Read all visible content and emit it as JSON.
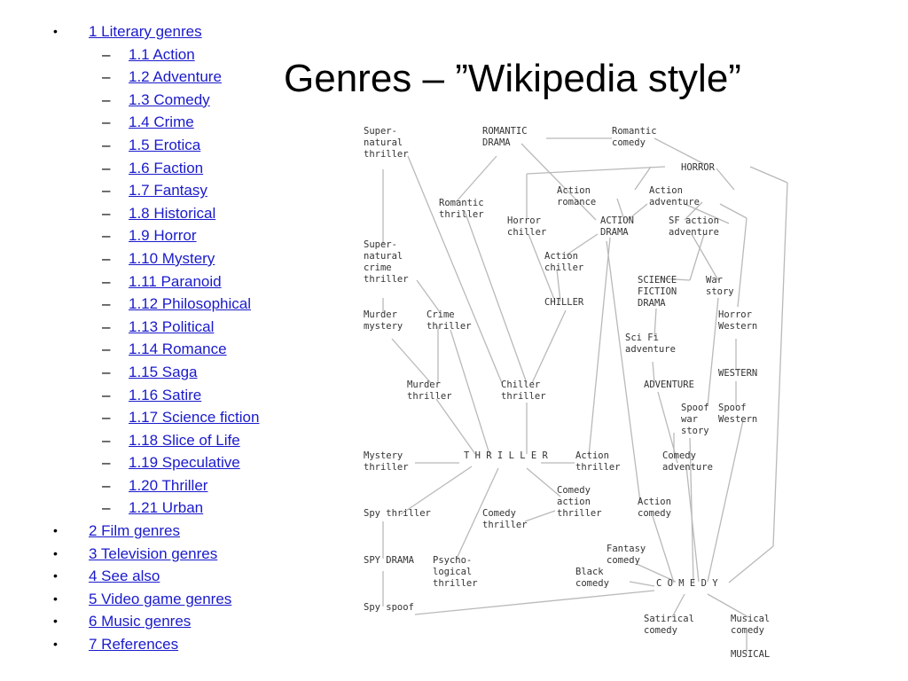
{
  "slide_title": "Genres – ”Wikipedia style”",
  "toc": [
    {
      "level": 1,
      "text": "1 Literary genres"
    },
    {
      "level": 2,
      "text": "1.1 Action"
    },
    {
      "level": 2,
      "text": "1.2 Adventure"
    },
    {
      "level": 2,
      "text": "1.3 Comedy"
    },
    {
      "level": 2,
      "text": "1.4 Crime"
    },
    {
      "level": 2,
      "text": "1.5 Erotica"
    },
    {
      "level": 2,
      "text": "1.6 Faction"
    },
    {
      "level": 2,
      "text": "1.7 Fantasy"
    },
    {
      "level": 2,
      "text": "1.8 Historical"
    },
    {
      "level": 2,
      "text": "1.9 Horror"
    },
    {
      "level": 2,
      "text": "1.10 Mystery"
    },
    {
      "level": 2,
      "text": "1.11 Paranoid"
    },
    {
      "level": 2,
      "text": "1.12 Philosophical"
    },
    {
      "level": 2,
      "text": "1.13 Political"
    },
    {
      "level": 2,
      "text": "1.14 Romance"
    },
    {
      "level": 2,
      "text": "1.15 Saga"
    },
    {
      "level": 2,
      "text": "1.16 Satire"
    },
    {
      "level": 2,
      "text": "1.17 Science fiction"
    },
    {
      "level": 2,
      "text": "1.18 Slice of Life"
    },
    {
      "level": 2,
      "text": "1.19 Speculative"
    },
    {
      "level": 2,
      "text": "1.20 Thriller"
    },
    {
      "level": 2,
      "text": "1.21 Urban"
    },
    {
      "level": 1,
      "text": "2 Film genres"
    },
    {
      "level": 1,
      "text": "3 Television genres"
    },
    {
      "level": 1,
      "text": "4 See also"
    },
    {
      "level": 1,
      "text": "5 Video game genres"
    },
    {
      "level": 1,
      "text": "6 Music genres"
    },
    {
      "level": 1,
      "text": "7 References"
    }
  ],
  "bullets": {
    "level1": "•",
    "level2": "–"
  },
  "link_color": "#1a1acc",
  "diagram": {
    "nodes": [
      {
        "id": "super_thriller",
        "lines": [
          "Super-",
          "natural",
          "thriller"
        ]
      },
      {
        "id": "romantic_drama",
        "lines": [
          "ROMANTIC",
          "DRAMA"
        ]
      },
      {
        "id": "romantic_comedy",
        "lines": [
          "Romantic",
          "comedy"
        ]
      },
      {
        "id": "horror",
        "lines": [
          "HORROR"
        ]
      },
      {
        "id": "action_romance",
        "lines": [
          "Action",
          "romance"
        ]
      },
      {
        "id": "action_adventure",
        "lines": [
          "Action",
          "adventure"
        ]
      },
      {
        "id": "romantic_thriller",
        "lines": [
          "Romantic",
          "thriller"
        ]
      },
      {
        "id": "horror_chiller",
        "lines": [
          "Horror",
          "chiller"
        ]
      },
      {
        "id": "action_drama",
        "lines": [
          "ACTION",
          "DRAMA"
        ]
      },
      {
        "id": "sf_action_adventure",
        "lines": [
          "SF action",
          "adventure"
        ]
      },
      {
        "id": "super_crime_thriller",
        "lines": [
          "Super-",
          "natural",
          "crime",
          "thriller"
        ]
      },
      {
        "id": "action_chiller",
        "lines": [
          "Action",
          "chiller"
        ]
      },
      {
        "id": "sf_drama",
        "lines": [
          "SCIENCE",
          "FICTION",
          "DRAMA"
        ]
      },
      {
        "id": "war_story",
        "lines": [
          "War",
          "story"
        ]
      },
      {
        "id": "chiller",
        "lines": [
          "CHILLER"
        ]
      },
      {
        "id": "murder_mystery",
        "lines": [
          "Murder",
          "mystery"
        ]
      },
      {
        "id": "crime_thriller",
        "lines": [
          "Crime",
          "thriller"
        ]
      },
      {
        "id": "horror_western",
        "lines": [
          "Horror",
          "Western"
        ]
      },
      {
        "id": "scifi_adventure",
        "lines": [
          "Sci Fi",
          "adventure"
        ]
      },
      {
        "id": "western",
        "lines": [
          "WESTERN"
        ]
      },
      {
        "id": "murder_thriller",
        "lines": [
          "Murder",
          "thriller"
        ]
      },
      {
        "id": "chiller_thriller",
        "lines": [
          "Chiller",
          "thriller"
        ]
      },
      {
        "id": "adventure",
        "lines": [
          "ADVENTURE"
        ]
      },
      {
        "id": "spoof_war_story",
        "lines": [
          "Spoof",
          "war",
          "story"
        ]
      },
      {
        "id": "spoof_western",
        "lines": [
          "Spoof",
          "Western"
        ]
      },
      {
        "id": "mystery_thriller",
        "lines": [
          "Mystery",
          "thriller"
        ]
      },
      {
        "id": "thriller",
        "lines": [
          "T H R I L L E R"
        ]
      },
      {
        "id": "action_thriller",
        "lines": [
          "Action",
          "thriller"
        ]
      },
      {
        "id": "comedy_adventure",
        "lines": [
          "Comedy",
          "adventure"
        ]
      },
      {
        "id": "comedy_action_thriller",
        "lines": [
          "Comedy",
          "action",
          "thriller"
        ]
      },
      {
        "id": "spy_thriller",
        "lines": [
          "Spy thriller"
        ]
      },
      {
        "id": "comedy_thriller",
        "lines": [
          "Comedy",
          "thriller"
        ]
      },
      {
        "id": "action_comedy",
        "lines": [
          "Action",
          "comedy"
        ]
      },
      {
        "id": "fantasy_comedy",
        "lines": [
          "Fantasy",
          "comedy"
        ]
      },
      {
        "id": "spy_drama",
        "lines": [
          "SPY DRAMA"
        ]
      },
      {
        "id": "psycho_thriller",
        "lines": [
          "Psycho-",
          "logical",
          "thriller"
        ]
      },
      {
        "id": "black_comedy",
        "lines": [
          "Black",
          "comedy"
        ]
      },
      {
        "id": "comedy",
        "lines": [
          "C O M E D Y"
        ]
      },
      {
        "id": "spy_spoof",
        "lines": [
          "Spy spoof"
        ]
      },
      {
        "id": "satirical_comedy",
        "lines": [
          "Satirical",
          "comedy"
        ]
      },
      {
        "id": "musical_comedy",
        "lines": [
          "Musical",
          "comedy"
        ]
      },
      {
        "id": "musical",
        "lines": [
          "MUSICAL"
        ]
      }
    ]
  }
}
